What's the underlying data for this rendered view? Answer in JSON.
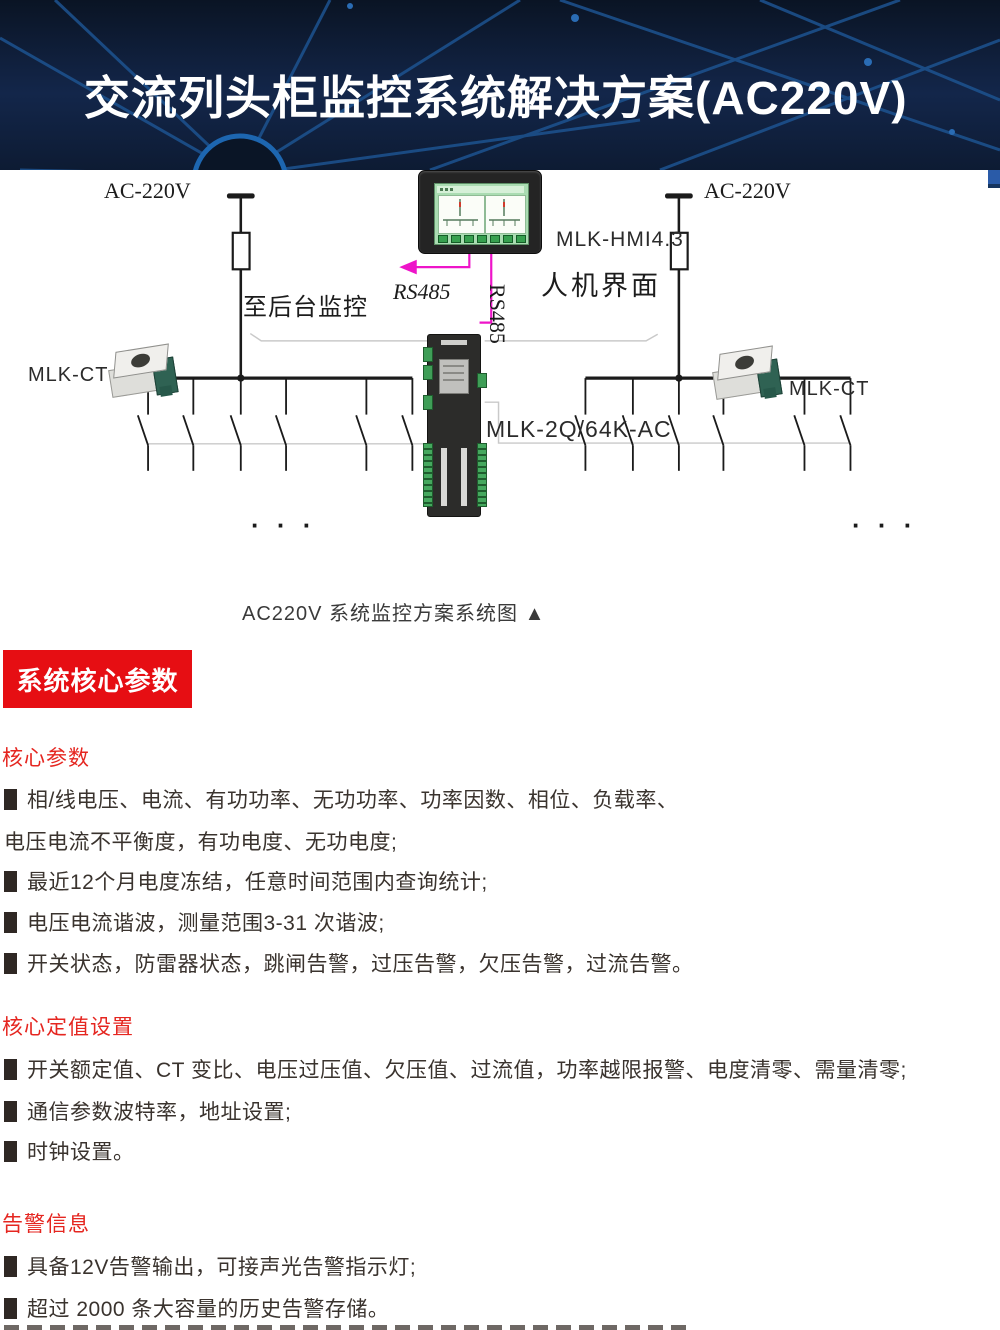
{
  "header": {
    "title": "交流列头柜监控系统解决方案(AC220V)",
    "bg_color": "#0d1b33",
    "line_color": "#1d5390"
  },
  "diagram": {
    "caption": "AC220V 系统监控方案系统图 ▲",
    "left_source_label": "AC-220V",
    "right_source_label": "AC-220V",
    "left_ct_label": "MLK-CT",
    "right_ct_label": "MLK-CT",
    "hmi_label": "MLK-HMI4.3",
    "hmi_sublabel": "人机界面",
    "controller_label": "MLK-2Q/64K-AC",
    "backend_label": "至后台监控",
    "rs485_to_backend_label": "RS485",
    "rs485_to_hmi_label": "RS485",
    "ellipsis_left": "· · ·",
    "ellipsis_right": "· · ·",
    "colors": {
      "link_magenta": "#ee14c9",
      "wire_gray": "#c9c9c9",
      "line_black": "#1b1b1b"
    }
  },
  "sections": {
    "banner": {
      "label": "系统核心参数",
      "bg": "#e60e13",
      "fg": "#ffffff"
    },
    "heading_color": "#e52620",
    "body_color": "#3a332e",
    "groups": [
      {
        "heading": "核心参数",
        "items": [
          {
            "bullet": true,
            "text": "相/线电压、电流、有功功率、无功功率、功率因数、相位、负载率、"
          },
          {
            "bullet": false,
            "text": "电压电流不平衡度，有功电度、无功电度;"
          },
          {
            "bullet": true,
            "text": "最近12个月电度冻结，任意时间范围内查询统计;"
          },
          {
            "bullet": true,
            "text": "电压电流谐波，测量范围3-31 次谐波;"
          },
          {
            "bullet": true,
            "text": "开关状态，防雷器状态，跳闸告警，过压告警，欠压告警，过流告警。"
          }
        ]
      },
      {
        "heading": "核心定值设置",
        "items": [
          {
            "bullet": true,
            "text": "开关额定值、CT 变比、电压过压值、欠压值、过流值，功率越限报警、电度清零、需量清零;"
          },
          {
            "bullet": true,
            "text": "通信参数波特率，地址设置;"
          },
          {
            "bullet": true,
            "text": "时钟设置。"
          }
        ]
      },
      {
        "heading": "告警信息",
        "items": [
          {
            "bullet": true,
            "text": "具备12V告警输出，可接声光告警指示灯;"
          },
          {
            "bullet": true,
            "text": "超过 2000 条大容量的历史告警存储。"
          }
        ]
      }
    ]
  }
}
